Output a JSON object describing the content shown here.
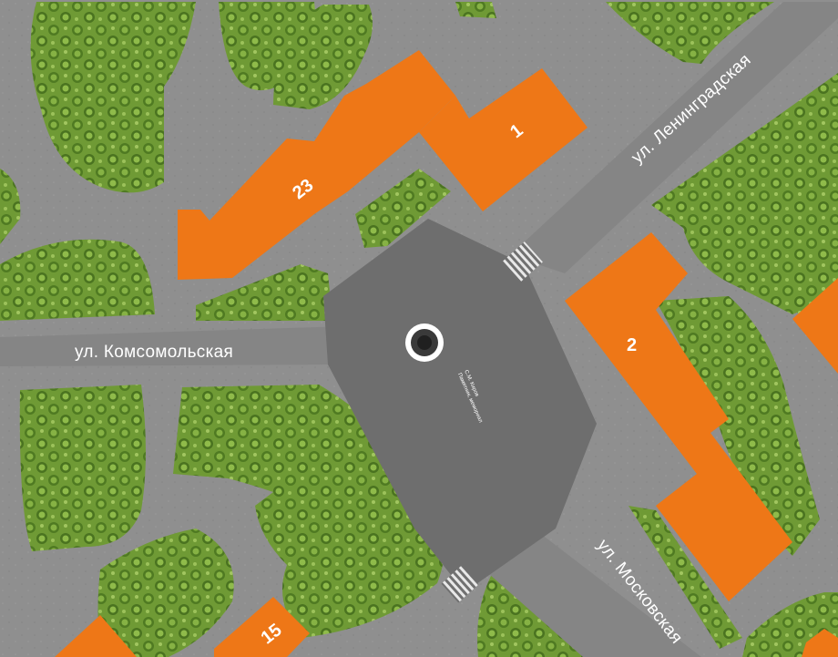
{
  "map": {
    "streets": {
      "komsomolskaya": "ул. Комсомольская",
      "leningradskaya": "ул. Ленинградская",
      "moskovskaya": "ул. Московская"
    },
    "buildings": {
      "b23": "23",
      "b1": "1",
      "b2": "2",
      "b15": "15"
    },
    "monument": {
      "line1": "С.М. Киров",
      "line2": "Памятник, мемориал"
    },
    "colors": {
      "building": "#ee7717",
      "grass": "#6f9a35",
      "road": "#8f8f8f",
      "square": "#6e6e6e"
    }
  }
}
